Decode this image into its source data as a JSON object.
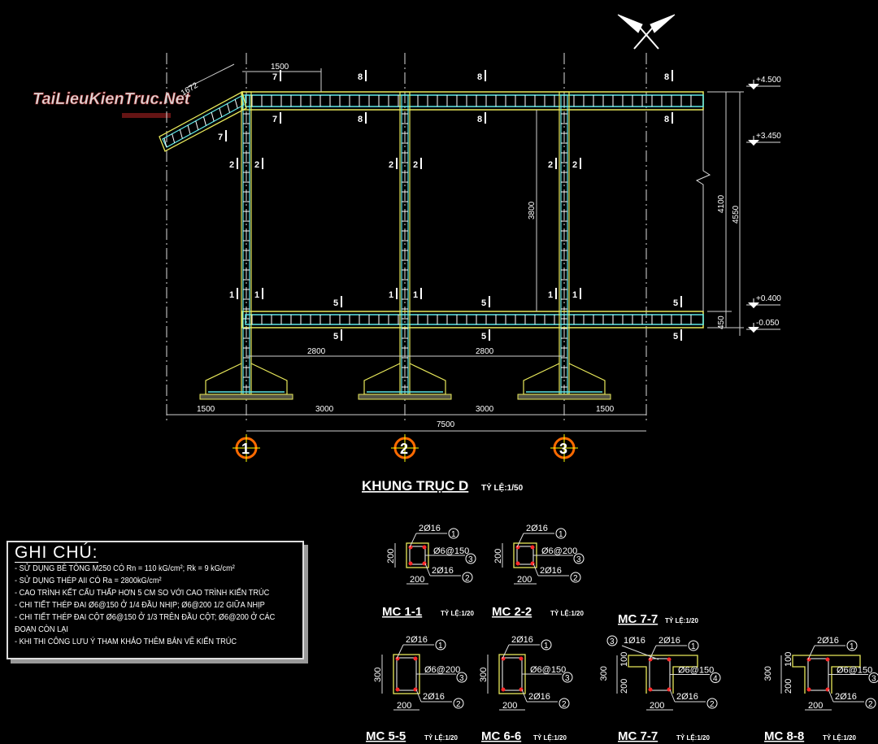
{
  "watermark": "TaiLieuKienTruc.Net",
  "frame": {
    "title": "KHUNG TRỤC D",
    "scale": "TỶ LỆ:1/50",
    "axes": [
      "1",
      "2",
      "3"
    ],
    "dims": {
      "top_overhang": "1500",
      "cantilever": "1672",
      "column_height": "3800",
      "height_4100": "4100",
      "height_4550": "4550",
      "height_450": "450",
      "span_clear_1": "2800",
      "span_clear_2": "2800",
      "bottom": [
        "1500",
        "3000",
        "3000",
        "1500"
      ],
      "total": "7500"
    },
    "elevations": [
      "+4.500",
      "+3.450",
      "+0.400",
      "-0.050"
    ],
    "section_marks": {
      "s1": "1",
      "s2": "2",
      "s5": "5",
      "s7": "7",
      "s8": "8"
    }
  },
  "notes": {
    "title": "GHI CHÚ:",
    "lines": [
      "- SỬ DỤNG BÊ TÔNG M250 CÓ Rn = 110 kG/cm²; Rk = 9 kG/cm²",
      "- SỬ DỤNG THÉP AII CÓ Ra = 2800kG/cm²",
      "- CAO TRÌNH KẾT CẤU THẤP HƠN 5 CM SO VỚI CAO TRÌNH KIẾN TRÚC",
      "- CHI TIẾT THÉP ĐAI Ø6@150 Ở 1/4 ĐẦU NHỊP; Ø6@200 1/2 GIỮA NHỊP",
      "- CHI TIẾT THÉP ĐAI CỘT Ø6@150 Ở 1/3 TRÊN ĐẦU CỘT; Ø6@200 Ở CÁC",
      "ĐOẠN CÒN LẠI",
      "- KHI THI CÔNG LƯU Ý THAM KHẢO THÊM BẢN VẼ KIẾN TRÚC"
    ]
  },
  "sections": [
    {
      "title": "MC 1-1",
      "scale": "TỶ LỆ:1/20",
      "top": "2Ø16",
      "bottom": "2Ø16",
      "stirrup": "Ø6@150",
      "stirrup_mark": "3",
      "width": "200",
      "height": "200",
      "type": "rect"
    },
    {
      "title": "MC 2-2",
      "scale": "TỶ LỆ:1/20",
      "top": "2Ø16",
      "bottom": "2Ø16",
      "stirrup": "Ø6@200",
      "stirrup_mark": "3",
      "width": "200",
      "height": "200",
      "type": "rect"
    },
    {
      "title": "MC 5-5",
      "scale": "TỶ LỆ:1/20",
      "top": "2Ø16",
      "bottom": "2Ø16",
      "stirrup": "Ø6@200",
      "stirrup_mark": "3",
      "width": "200",
      "height": "300",
      "type": "rect"
    },
    {
      "title": "MC 6-6",
      "scale": "TỶ LỆ:1/20",
      "top": "2Ø16",
      "bottom": "2Ø16",
      "stirrup": "Ø6@150",
      "stirrup_mark": "3",
      "width": "200",
      "height": "300",
      "type": "rect"
    },
    {
      "title": "MC 7-7",
      "scale": "TỶ LỆ:1/20",
      "top": "2Ø16",
      "bottom": "2Ø16",
      "extra": "1Ø16",
      "extra_mark": "3",
      "stirrup": "Ø6@150",
      "stirrup_mark": "4",
      "width": "200",
      "height": "300",
      "flange": "100",
      "web": "200",
      "type": "T",
      "title_top": "MC 7-7"
    },
    {
      "title": "MC 8-8",
      "scale": "TỶ LỆ:1/20",
      "top": "2Ø16",
      "bottom": "2Ø16",
      "stirrup": "Ø6@150",
      "stirrup_mark": "3",
      "width": "200",
      "height": "300",
      "flange": "100",
      "web": "200",
      "type": "T"
    }
  ],
  "colors": {
    "concrete": "#e8e85a",
    "rebar": "#5fe8e8",
    "dim": "#cfcfcf",
    "axis": "#ff6a00",
    "bar": "#ff2a2a"
  }
}
